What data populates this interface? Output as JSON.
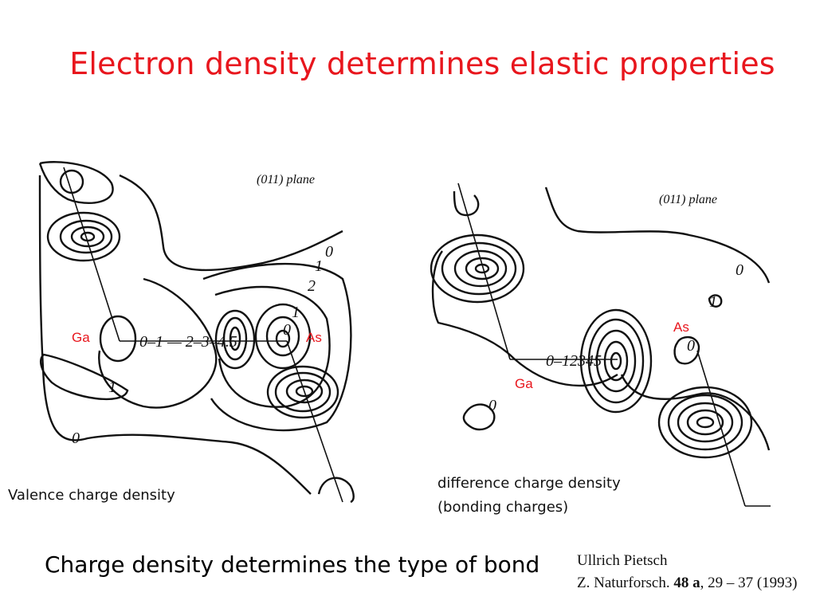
{
  "title": "Electron density determines elastic properties",
  "left_panel": {
    "plane_label": "(011) plane",
    "ga_label": "Ga",
    "as_label": "As",
    "contour_sequence": "0–1 — 2–3–4.5",
    "contour_labels": [
      "0",
      "1",
      "2",
      "1",
      "0",
      "1",
      "0"
    ],
    "caption": "Valence charge density"
  },
  "right_panel": {
    "plane_label": "(011) plane",
    "ga_label": "Ga",
    "as_label": "As",
    "contour_sequence": "0–12345",
    "contour_labels": [
      "0",
      "1",
      "0",
      "0"
    ],
    "caption_line1": "difference charge density",
    "caption_line2": "(bonding charges)"
  },
  "footer": "Charge density determines the type of bond",
  "citation": {
    "author": "Ullrich Pietsch",
    "journal": "Z. Naturforsch.",
    "volume": "48 a",
    "pages": ", 29 – 37 (1993)"
  }
}
